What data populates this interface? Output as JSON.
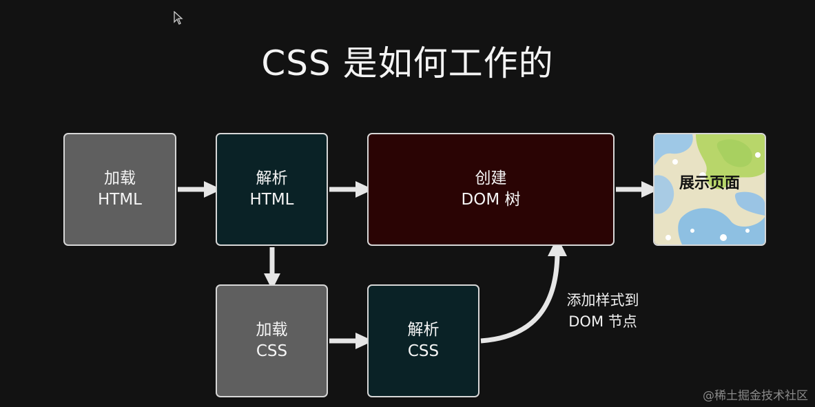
{
  "title": "CSS 是如何工作的",
  "nodes": {
    "load_html": {
      "line1": "加载",
      "line2": "HTML"
    },
    "parse_html": {
      "line1": "解析",
      "line2": "HTML"
    },
    "create_dom": {
      "line1": "创建",
      "line2": "DOM 树"
    },
    "show_page": {
      "label": "展示页面"
    },
    "load_css": {
      "line1": "加载",
      "line2": "CSS"
    },
    "parse_css": {
      "line1": "解析",
      "line2": "CSS"
    }
  },
  "edge_label": {
    "line1": "添加样式到",
    "line2": "DOM 节点"
  },
  "watermark": "@稀土掘金技术社区",
  "colors": {
    "background": "#121212",
    "gray_box": "#5f5f5f",
    "teal_box": "#0a2226",
    "maroon_box": "#2a0404",
    "arrow": "#e6e6e6"
  }
}
